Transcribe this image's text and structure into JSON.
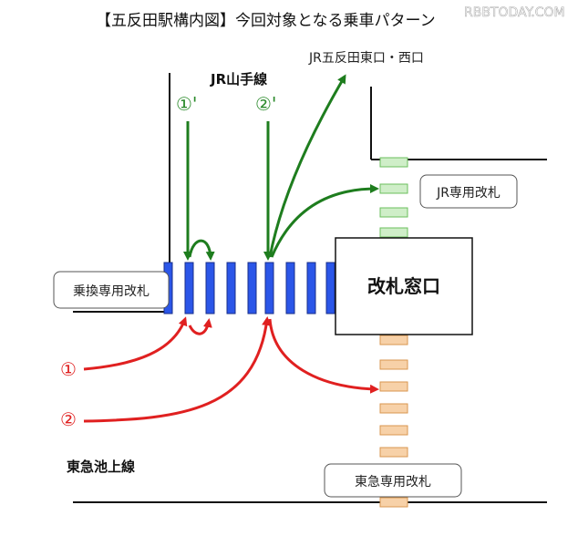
{
  "title": "【五反田駅構内図】今回対象となる乗車パターン",
  "watermark": "RBBTODAY.COM",
  "labels": {
    "jr_yamanote": "JR山手線",
    "jr_exit": "JR五反田東口・西口",
    "jr_gate": "JR専用改札",
    "transfer_gate": "乗換専用改札",
    "ticket_office": "改札窓口",
    "tokyu_line": "東急池上線",
    "tokyu_gate": "東急専用改札"
  },
  "markers": {
    "green_1": "①'",
    "green_2": "②'",
    "red_1": "①",
    "red_2": "②"
  },
  "colors": {
    "gate_blue": "#2b56e8",
    "jr_gate_green": "#cfeec8",
    "tokyu_gate_orange": "#f7d1a8",
    "arrow_green": "#1e7d1e",
    "arrow_red": "#e02020"
  }
}
